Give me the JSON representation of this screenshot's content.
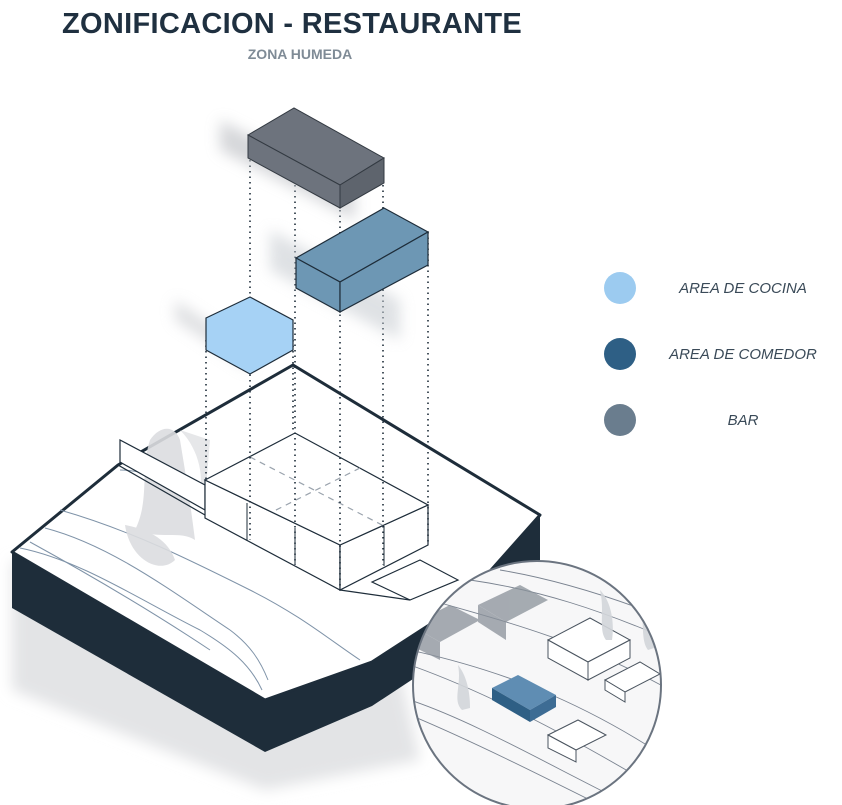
{
  "header": {
    "title": "ZONIFICACION - RESTAURANTE",
    "subtitle": "ZONA HUMEDA"
  },
  "legend": {
    "items": [
      {
        "label": "AREA DE COCINA",
        "color": "#9ccbf0"
      },
      {
        "label": "AREA DE COMEDOR",
        "color": "#2e5f85"
      },
      {
        "label": "BAR",
        "color": "#6a7d8e"
      }
    ]
  },
  "zones": {
    "bar_color": "#6d737d",
    "comedor_color": "#6d97b4",
    "cocina_color": "#a6d2f5",
    "terrain_side_color": "#1e2d3a"
  }
}
